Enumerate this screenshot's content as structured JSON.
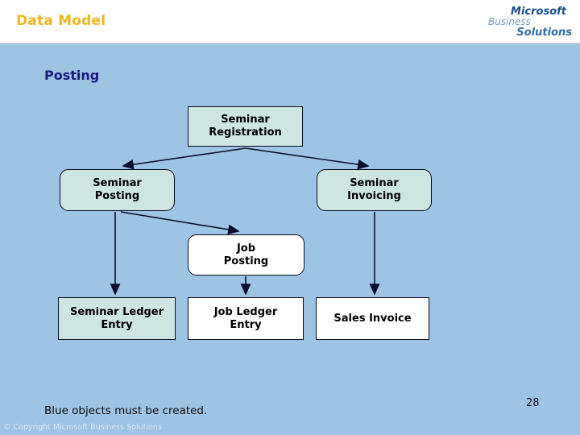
{
  "header": {
    "title": "Data Model",
    "logo": {
      "line1": "Microsoft",
      "line2": "Business",
      "line3": "Solutions"
    }
  },
  "slide": {
    "heading": "Posting",
    "note": "Blue objects must be created.",
    "copyright": "© Copyright Microsoft Business Solutions",
    "page_number": "28"
  },
  "diagram": {
    "nodes": [
      {
        "id": "seminar-registration",
        "label": "Seminar\nRegistration",
        "style": "created"
      },
      {
        "id": "seminar-posting",
        "label": "Seminar\nPosting",
        "style": "created"
      },
      {
        "id": "seminar-invoicing",
        "label": "Seminar\nInvoicing",
        "style": "created"
      },
      {
        "id": "job-posting",
        "label": "Job\nPosting",
        "style": "existing"
      },
      {
        "id": "seminar-ledger-entry",
        "label": "Seminar Ledger\nEntry",
        "style": "created"
      },
      {
        "id": "job-ledger-entry",
        "label": "Job Ledger\nEntry",
        "style": "existing"
      },
      {
        "id": "sales-invoice",
        "label": "Sales Invoice",
        "style": "existing"
      }
    ],
    "edges": [
      {
        "from": "seminar-registration",
        "to": "seminar-posting"
      },
      {
        "from": "seminar-registration",
        "to": "seminar-invoicing"
      },
      {
        "from": "seminar-posting",
        "to": "seminar-ledger-entry"
      },
      {
        "from": "seminar-posting",
        "to": "job-posting"
      },
      {
        "from": "job-posting",
        "to": "job-ledger-entry"
      },
      {
        "from": "seminar-invoicing",
        "to": "sales-invoice"
      }
    ]
  },
  "colors": {
    "slide_background": "#9EC3E3",
    "header_background": "#FFFFFF",
    "created_node_fill": "#CDE6E2",
    "existing_node_fill": "#FFFFFF",
    "node_border": "#0A0A1E",
    "arrow": "#0E0E2E",
    "title_gold": "#EFB61D",
    "heading_navy": "#1A1A7E"
  }
}
